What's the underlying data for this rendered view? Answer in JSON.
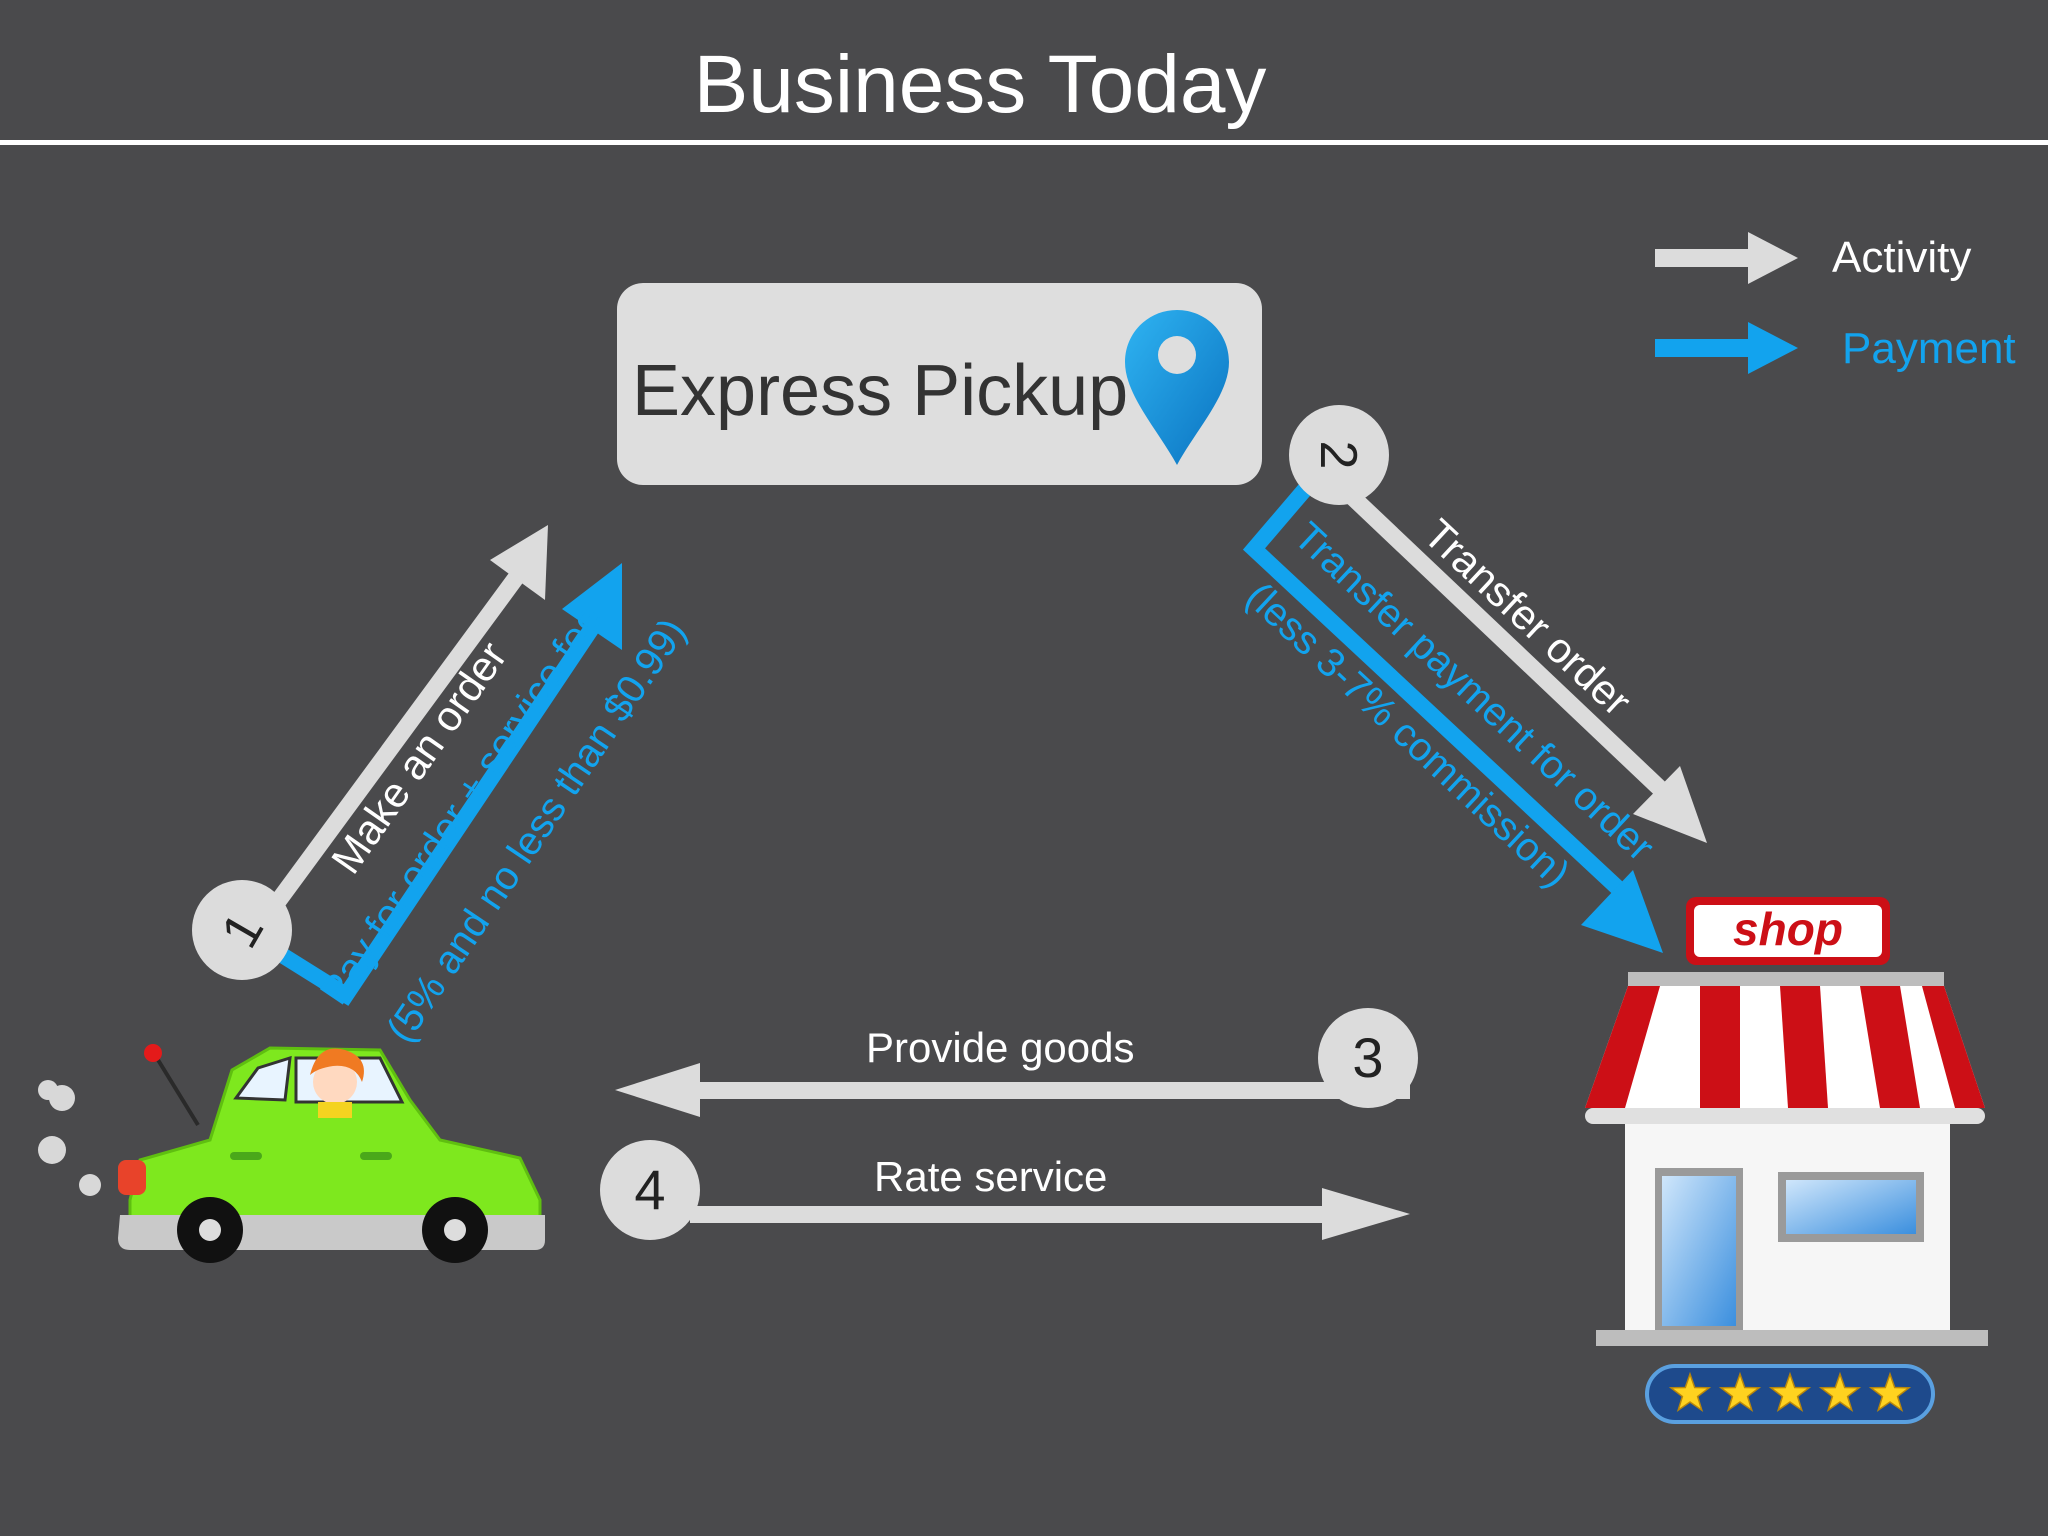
{
  "header": {
    "title": "Business Today"
  },
  "platform": {
    "name": "Express Pickup",
    "icon": "location-pin-icon"
  },
  "legend": [
    {
      "label": "Activity",
      "color": "#dcdcdc"
    },
    {
      "label": "Payment",
      "color": "#12a3ee"
    }
  ],
  "steps": [
    {
      "number": "1",
      "activity": "Make an order",
      "payment_line1": "Pay for order + service fee",
      "payment_line2": "(5% and no less than $0.99)"
    },
    {
      "number": "2",
      "activity": "Transfer order",
      "payment_line1": "Transfer payment for order",
      "payment_line2": "(less 3-7% commission)"
    },
    {
      "number": "3",
      "activity": "Provide goods"
    },
    {
      "number": "4",
      "activity": "Rate service"
    }
  ],
  "shop": {
    "sign": "shop",
    "rating_stars": 5
  },
  "colors": {
    "background": "#4a4a4c",
    "activity": "#dcdcdc",
    "payment": "#12a3ee",
    "shop_red": "#cc0f16",
    "car_green": "#7ee81e"
  }
}
